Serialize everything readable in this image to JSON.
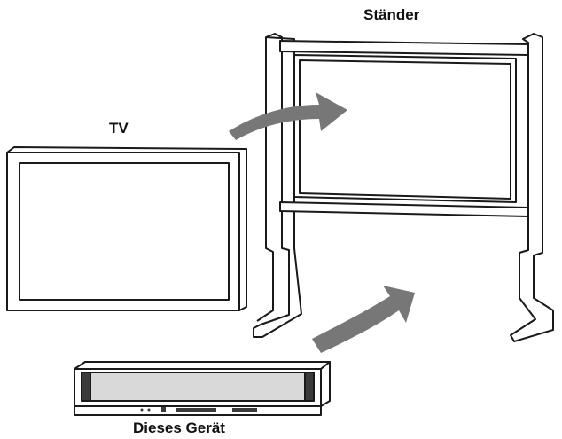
{
  "labels": {
    "stand": "Ständer",
    "tv": "TV",
    "device": "Dieses Gerät"
  },
  "colors": {
    "line": "#1a1a1a",
    "arrow": "#777777",
    "panel": "#d9d9d9",
    "background": "#ffffff"
  },
  "icons": {
    "arrow_upper": "curved-arrow-icon",
    "arrow_lower": "curved-arrow-icon"
  }
}
